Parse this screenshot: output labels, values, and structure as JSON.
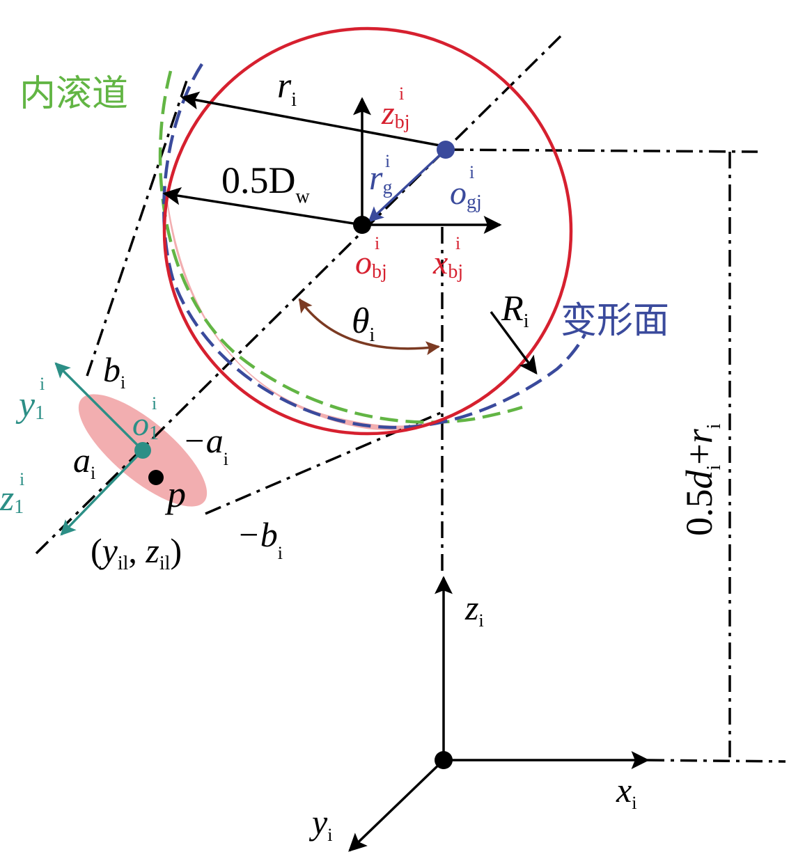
{
  "labels": {
    "inner_raceway": "内滚道",
    "deformation_surface": "变形面",
    "r_i": {
      "base": "r",
      "sub": "i"
    },
    "z_bj": {
      "base": "z",
      "sub": "bj",
      "sup": "i"
    },
    "r_g": {
      "base": "r",
      "sub": "g",
      "sup": "i"
    },
    "half_Dw": {
      "base": "0.5D",
      "sub": "w"
    },
    "o_gj": {
      "base": "o",
      "sub": "gj",
      "sup": "i"
    },
    "o_bj": {
      "base": "o",
      "sub": "bj",
      "sup": "i"
    },
    "x_bj": {
      "base": "x",
      "sub": "bj",
      "sup": "i"
    },
    "theta_i": {
      "base": "θ",
      "sub": "i"
    },
    "R_i": {
      "base": "R",
      "sub": "i"
    },
    "b_i": {
      "base": "b",
      "sub": "i"
    },
    "neg_a_i": {
      "base": "−a",
      "sub": "i"
    },
    "a_i": {
      "base": "a",
      "sub": "i"
    },
    "o_1": {
      "base": "o",
      "sub": "1",
      "sup": "i"
    },
    "y_1": {
      "base": "y",
      "sub": "1",
      "sup": "i"
    },
    "z_1": {
      "base": "z",
      "sub": "1",
      "sup": "i"
    },
    "p": "p",
    "point_coords": {
      "open": "(",
      "y": "y",
      "y_sub": "il",
      "sep": ", ",
      "z": "z",
      "z_sub": "il",
      "close": ")"
    },
    "neg_b_i": {
      "base": "−b",
      "sub": "i"
    },
    "dimension": {
      "pre": "0.5",
      "d": "d",
      "d_sub": "i",
      "plus": "+",
      "r": "r",
      "r_sub": "i"
    },
    "z_i": {
      "base": "z",
      "sub": "i"
    },
    "x_i": {
      "base": "x",
      "sub": "i"
    },
    "y_i": {
      "base": "y",
      "sub": "i"
    }
  },
  "colors": {
    "black": "#000000",
    "red": "#d6202f",
    "blue": "#3a4a9c",
    "green": "#62b544",
    "teal": "#2c8f86",
    "brown": "#7b3a22",
    "contact_fill": "#f2aeb0"
  }
}
